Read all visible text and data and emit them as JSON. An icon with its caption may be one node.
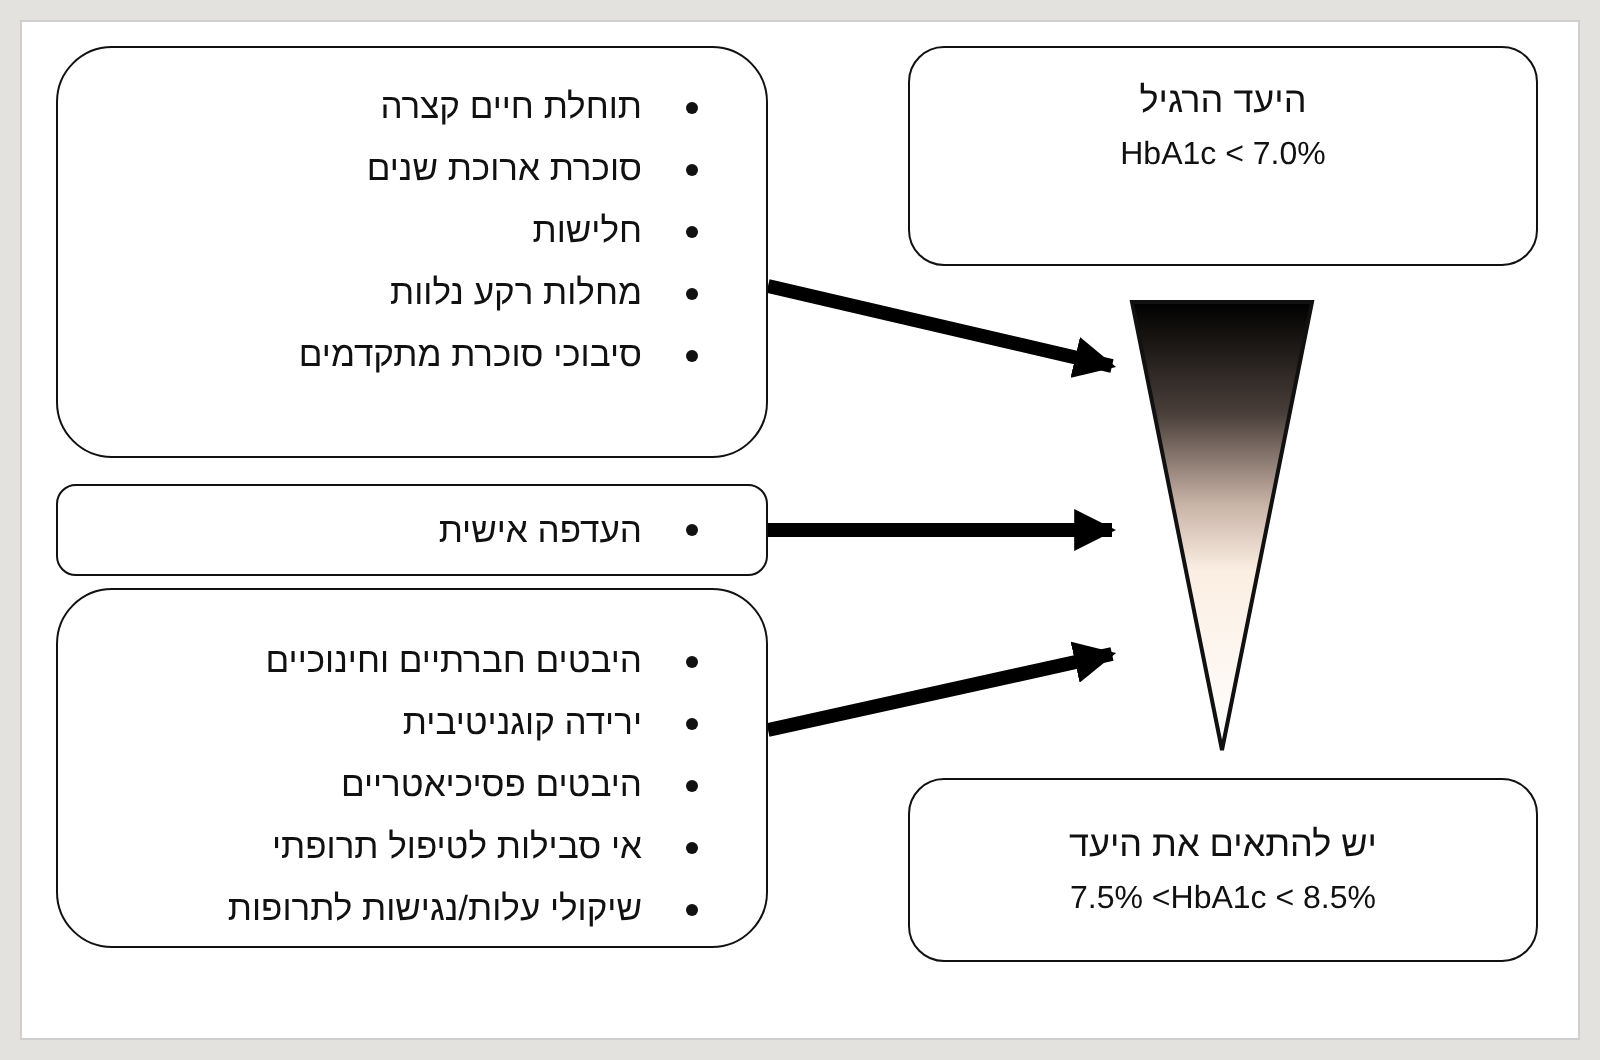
{
  "diagram": {
    "nodes": [
      {
        "text": [
          "תוחלת חיים קצרה",
          "סוכרת ארוכת שנים",
          "חלישות",
          "מחלות רקע נלוות",
          "סיבוכי סוכרת מתקדמים"
        ]
      },
      {
        "text": [
          "העדפה אישית"
        ]
      },
      {
        "text": [
          "היבטים חברתיים וחינוכיים",
          "ירידה קוגניטיבית",
          "היבטים פסיכיאטריים",
          "אי סבילות לטיפול תרופתי",
          "שיקולי עלות/נגישות לתרופות"
        ]
      },
      {
        "text": [
          "היעד הרגיל",
          "HbA1c < 7.0%"
        ]
      },
      {
        "text": [],
        "shape": "triangle"
      },
      {
        "text": [
          "יש להתאים את היעד",
          "7.5% <HbA1c < 8.5%"
        ]
      }
    ],
    "edges": [
      {
        "from": 0,
        "to": 4,
        "arrow": "to"
      },
      {
        "from": 1,
        "to": 4,
        "arrow": "to"
      },
      {
        "from": 2,
        "to": 4,
        "arrow": "to"
      }
    ]
  }
}
